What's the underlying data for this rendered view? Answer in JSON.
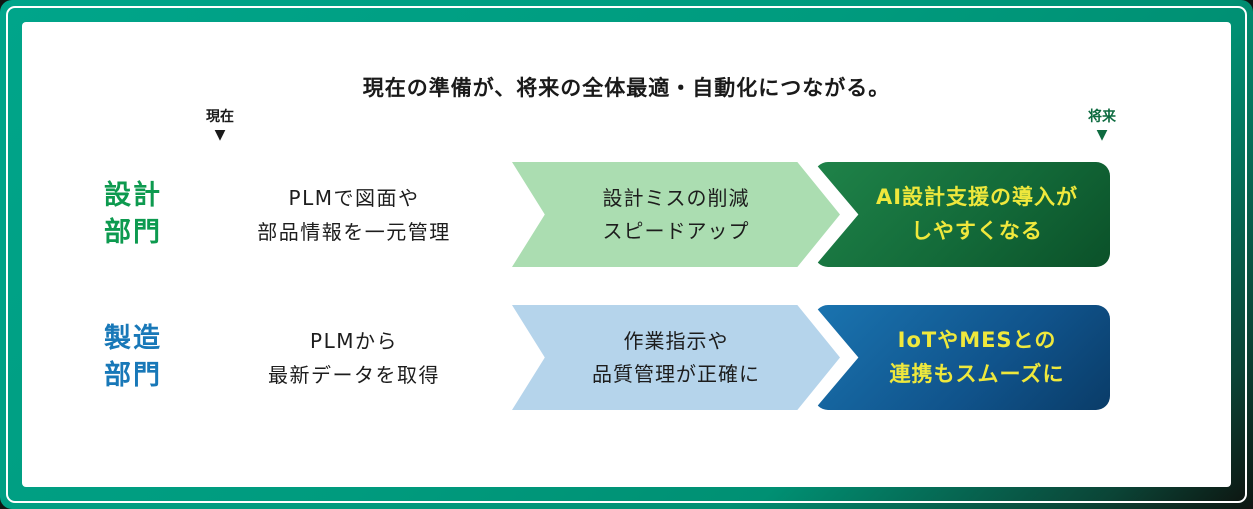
{
  "colors": {
    "frame_teal": "#009b7e",
    "page_background": "#121613",
    "design_green": "#0d9a4f",
    "manufacturing_blue": "#1878b8",
    "light_green_arrow": "#abddb1",
    "dark_green_box_from": "#1f8349",
    "dark_green_box_to": "#0b5129",
    "light_blue_arrow": "#b5d4eb",
    "dark_blue_box_from": "#1a74b0",
    "dark_blue_box_to": "#0a3c68",
    "highlight_yellow": "#efe83c",
    "future_label_green": "#0e6b40",
    "text_black": "#1d1d1d"
  },
  "title": "現在の準備が、将来の全体最適・自動化につながる。",
  "timeline": {
    "present": {
      "label": "現在",
      "marker": "▼"
    },
    "future": {
      "label": "将来",
      "marker": "▼"
    }
  },
  "rows": [
    {
      "dept": {
        "line1": "設計",
        "line2": "部門"
      },
      "desc": {
        "line1": "PLMで図面や",
        "line2": "部品情報を一元管理"
      },
      "arrow": {
        "line1": "設計ミスの削減",
        "line2": "スピードアップ"
      },
      "box": {
        "line1": "AI設計支援の導入が",
        "line2": "しやすくなる"
      }
    },
    {
      "dept": {
        "line1": "製造",
        "line2": "部門"
      },
      "desc": {
        "line1": "PLMから",
        "line2": "最新データを取得"
      },
      "arrow": {
        "line1": "作業指示や",
        "line2": "品質管理が正確に"
      },
      "box": {
        "line1": "IoTやMESとの",
        "line2": "連携もスムーズに"
      }
    }
  ]
}
